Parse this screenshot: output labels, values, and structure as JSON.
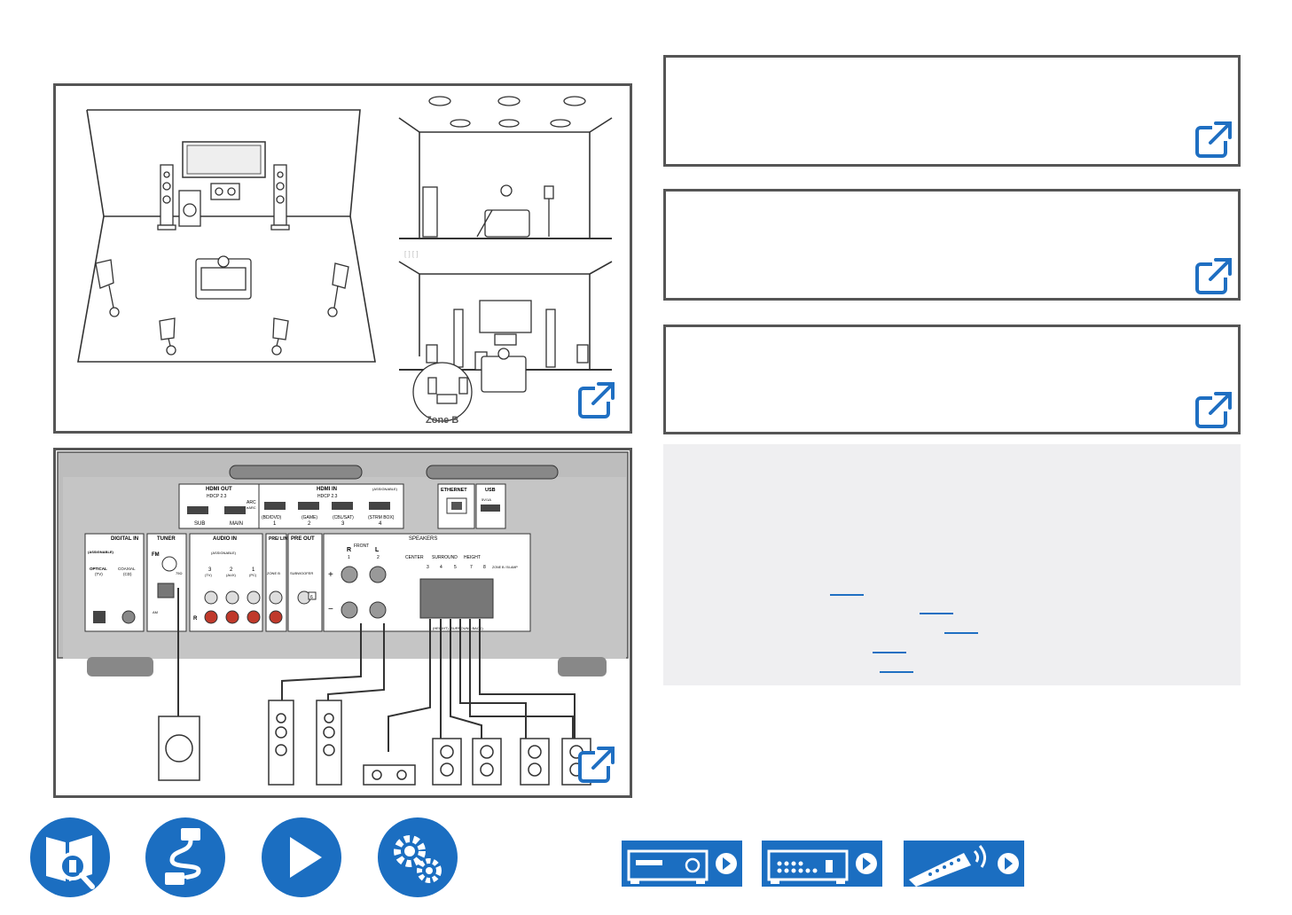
{
  "speaker_diagram": {
    "zone_label": "Zone B"
  },
  "rear_panel": {
    "hdmi_out": {
      "title": "HDMI OUT",
      "hdcp": "HDCP 2.3",
      "ports": [
        "SUB",
        "MAIN"
      ],
      "arc": "ARC",
      "earc": "eARC"
    },
    "hdmi_in": {
      "title": "HDMI IN",
      "hdcp": "HDCP 2.3",
      "assignable": "(ASSIGNABLE)",
      "ports": [
        {
          "name": "(BD/DVD)",
          "num": "1"
        },
        {
          "name": "(GAME)",
          "num": "2"
        },
        {
          "name": "(CBL/SAT)",
          "num": "3"
        },
        {
          "name": "(STRM BOX)",
          "num": "4"
        }
      ]
    },
    "ethernet": "ETHERNET",
    "usb": {
      "title": "USB",
      "rating": "5V/1A"
    },
    "digital_in": {
      "title": "DIGITAL IN",
      "assignable": "(ASSIGNABLE)",
      "optical": "OPTICAL",
      "optical_src": "(TV)",
      "coaxial": "COAXIAL",
      "coaxial_src": "(CD)"
    },
    "tuner": {
      "title": "TUNER",
      "fm": "FM",
      "fm_ohm": "75Ω",
      "am": "AM"
    },
    "audio_in": {
      "title": "AUDIO IN",
      "assignable": "(ASSIGNABLE)",
      "channels": [
        "3",
        "2",
        "1"
      ],
      "sources": [
        "(TV)",
        "(AUX)",
        "(PC)"
      ],
      "r_label": "R"
    },
    "pre_line_out": {
      "title": "PRE/ LINE OUT",
      "sub": "ZONE B"
    },
    "pre_out": {
      "title": "PRE OUT",
      "sub": "SUBWOOFER",
      "num": "6"
    },
    "speakers": {
      "title": "SPEAKERS",
      "front": "FRONT",
      "r": "R",
      "l": "L",
      "n1": "1",
      "n2": "2",
      "center": "CENTER",
      "surround": "SURROUND",
      "height": "HEIGHT",
      "zone_b": "ZONE B / BI-AMP",
      "n3": "3",
      "n4": "4",
      "n5": "5",
      "n7": "7",
      "n8": "8",
      "bottom_labels": "(HEIGHT) (SURROUND BACK)",
      "plus": "+",
      "minus": "−"
    }
  }
}
